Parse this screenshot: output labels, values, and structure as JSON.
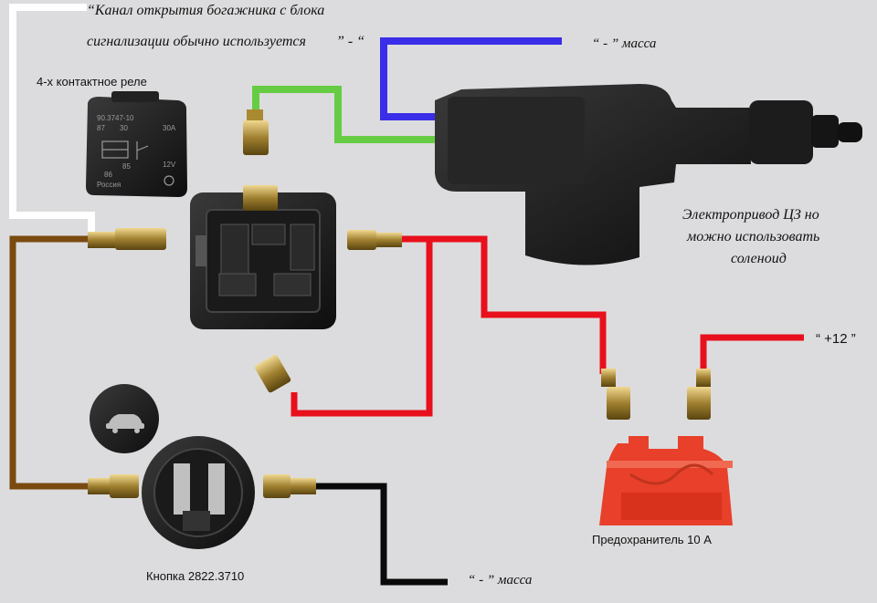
{
  "labels": {
    "note_line1": "“Канал открытия богажника с блока",
    "note_line2": "сигнализации обычно используется",
    "note_minus": "” - “",
    "ground_top": "“ - ” масса",
    "relay_title": "4-х контактное реле",
    "actuator_line1": "Электропривод ЦЗ но",
    "actuator_line2": "можно использовать",
    "actuator_line3": "соленоид",
    "plus12": "“ +12 ”",
    "fuse_title": "Предохранитель 10 А",
    "button_title": "Кнопка 2822.3710",
    "ground_bottom": "“ - ” масса"
  },
  "relay_marks": {
    "part_no": "90.3747-10",
    "pin87": "87",
    "pin30": "30",
    "pin85": "85",
    "pin86": "86",
    "current": "30A",
    "current2": "12V",
    "made_in": "Россия"
  },
  "wire_colors": {
    "white": "#ffffff",
    "blue": "#3b2ee8",
    "green": "#66cc44",
    "brown": "#7a4a10",
    "red": "#e8101c",
    "black": "#0a0a0a"
  }
}
